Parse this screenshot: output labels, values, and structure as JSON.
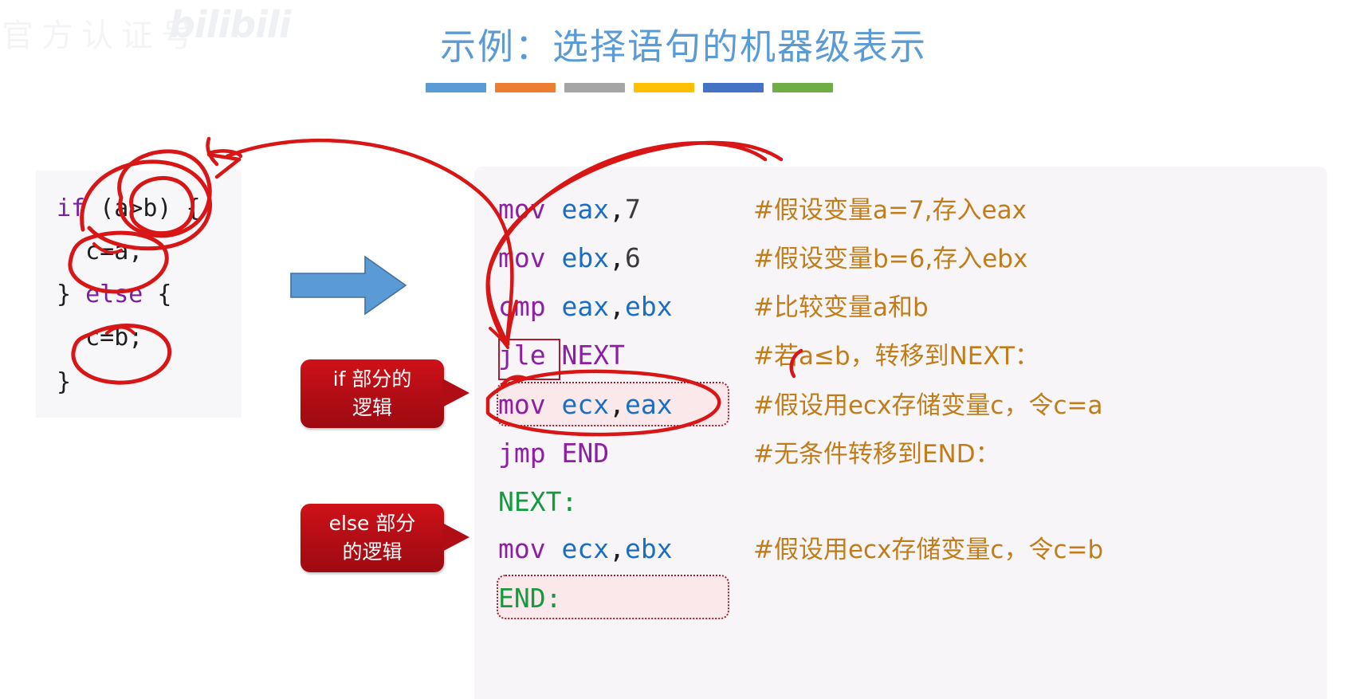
{
  "watermark": {
    "cn_text": "官方认证号",
    "brand": "bilibili"
  },
  "title": {
    "text": "示例：选择语句的机器级表示",
    "color": "#5b9bd5",
    "rule_colors": [
      "#5b9bd5",
      "#ed7d31",
      "#a5a5a5",
      "#ffc000",
      "#4472c4",
      "#70ad47"
    ]
  },
  "c_code": {
    "lines": [
      {
        "kw": "if",
        "rest": " (a>b) {"
      },
      {
        "kw": "",
        "rest": "  c=a;"
      },
      {
        "kw": "",
        "rest": "} "
      },
      {
        "kw": "else",
        "rest": " {"
      },
      {
        "kw": "",
        "rest": "  c=b;"
      },
      {
        "kw": "",
        "rest": "}"
      }
    ],
    "l0_kw": "if",
    "l0_rest": " (a>b) {",
    "l1": "  c=a;",
    "l2_pre": "} ",
    "l2_kw": "else",
    "l2_rest": " {",
    "l3": "  c=b;",
    "l4": "}"
  },
  "blue_arrow": {
    "fill": "#5b9bd5",
    "stroke": "#41719c"
  },
  "asm": {
    "rows": [
      {
        "mnemonic": "mov",
        "operands": "eax,7",
        "op1": "eax",
        "op2": "7",
        "comment": "#假设变量a=7,存入eax",
        "type": "instr",
        "highlight": false
      },
      {
        "mnemonic": "mov",
        "operands": "ebx,6",
        "op1": "ebx",
        "op2": "6",
        "comment": "#假设变量b=6,存入ebx",
        "type": "instr",
        "highlight": false
      },
      {
        "mnemonic": "cmp",
        "operands": "eax,ebx",
        "op1": "eax",
        "op2": "ebx",
        "comment": "#比较变量a和b",
        "type": "instr",
        "highlight": false
      },
      {
        "mnemonic": "jle",
        "operands": "NEXT",
        "op1": "NEXT",
        "op2": "",
        "comment": "#若a≤b，转移到NEXT：",
        "type": "jump",
        "highlight": false
      },
      {
        "mnemonic": "mov",
        "operands": "ecx,eax",
        "op1": "ecx",
        "op2": "eax",
        "comment": "#假设用ecx存储变量c，令c=a",
        "type": "instr",
        "highlight": true
      },
      {
        "mnemonic": "jmp",
        "operands": "END",
        "op1": "END",
        "op2": "",
        "comment": "#无条件转移到END：",
        "type": "jump",
        "highlight": false
      },
      {
        "mnemonic": "NEXT:",
        "operands": "",
        "op1": "",
        "op2": "",
        "comment": "",
        "type": "label",
        "highlight": false
      },
      {
        "mnemonic": "mov",
        "operands": "ecx,ebx",
        "op1": "ecx",
        "op2": "ebx",
        "comment": "#假设用ecx存储变量c，令c=b",
        "type": "instr",
        "highlight": true
      },
      {
        "mnemonic": "END:",
        "operands": "",
        "op1": "",
        "op2": "",
        "comment": "",
        "type": "label",
        "highlight": false
      }
    ],
    "colors": {
      "mnemonic": "#8e1fa5",
      "register": "#1a6fc4",
      "number": "#3a3a3a",
      "label": "#159a3e",
      "comment": "#c07d19",
      "panel_bg": "#f7f5f8",
      "highlight_bg": "#fae8ea",
      "highlight_border": "#9c2230"
    }
  },
  "callouts": [
    {
      "label": "if 部分的\n逻辑",
      "color": "#b10d15"
    },
    {
      "label": "else 部分\n的逻辑",
      "color": "#b10d15"
    }
  ],
  "ink": {
    "color": "#d81616",
    "annotations": [
      "circle-a-gt-b",
      "circle-c-eq-a",
      "circle-c-eq-b",
      "arrow-jle-to-condition",
      "oval-mov-ecx-eax",
      "arc-near-a-le-b"
    ]
  }
}
